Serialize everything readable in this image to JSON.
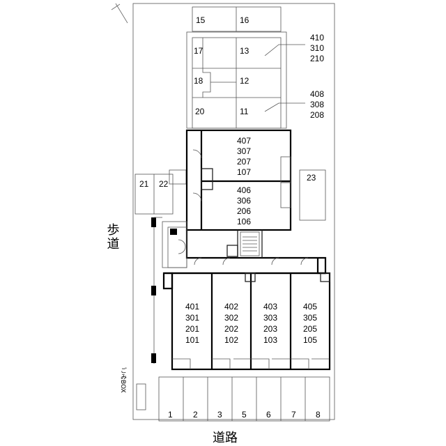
{
  "labels": {
    "sidewalk": "歩道",
    "road": "道路",
    "garbage_box": "ごみBOX"
  },
  "parking_top": [
    "15",
    "16",
    "17",
    "13",
    "18",
    "12",
    "20",
    "11"
  ],
  "room_groups_top": [
    [
      "410",
      "310",
      "210"
    ],
    [
      "408",
      "308",
      "208"
    ]
  ],
  "bike_spaces": [
    "21",
    "22",
    "23"
  ],
  "upper_units": [
    [
      "407",
      "307",
      "207",
      "107"
    ],
    [
      "406",
      "306",
      "206",
      "106"
    ]
  ],
  "lower_units": [
    [
      "401",
      "301",
      "201",
      "101"
    ],
    [
      "402",
      "302",
      "202",
      "102"
    ],
    [
      "403",
      "303",
      "203",
      "103"
    ],
    [
      "405",
      "305",
      "205",
      "105"
    ]
  ],
  "parking_bottom": [
    "1",
    "2",
    "3",
    "5",
    "6",
    "7",
    "8"
  ]
}
